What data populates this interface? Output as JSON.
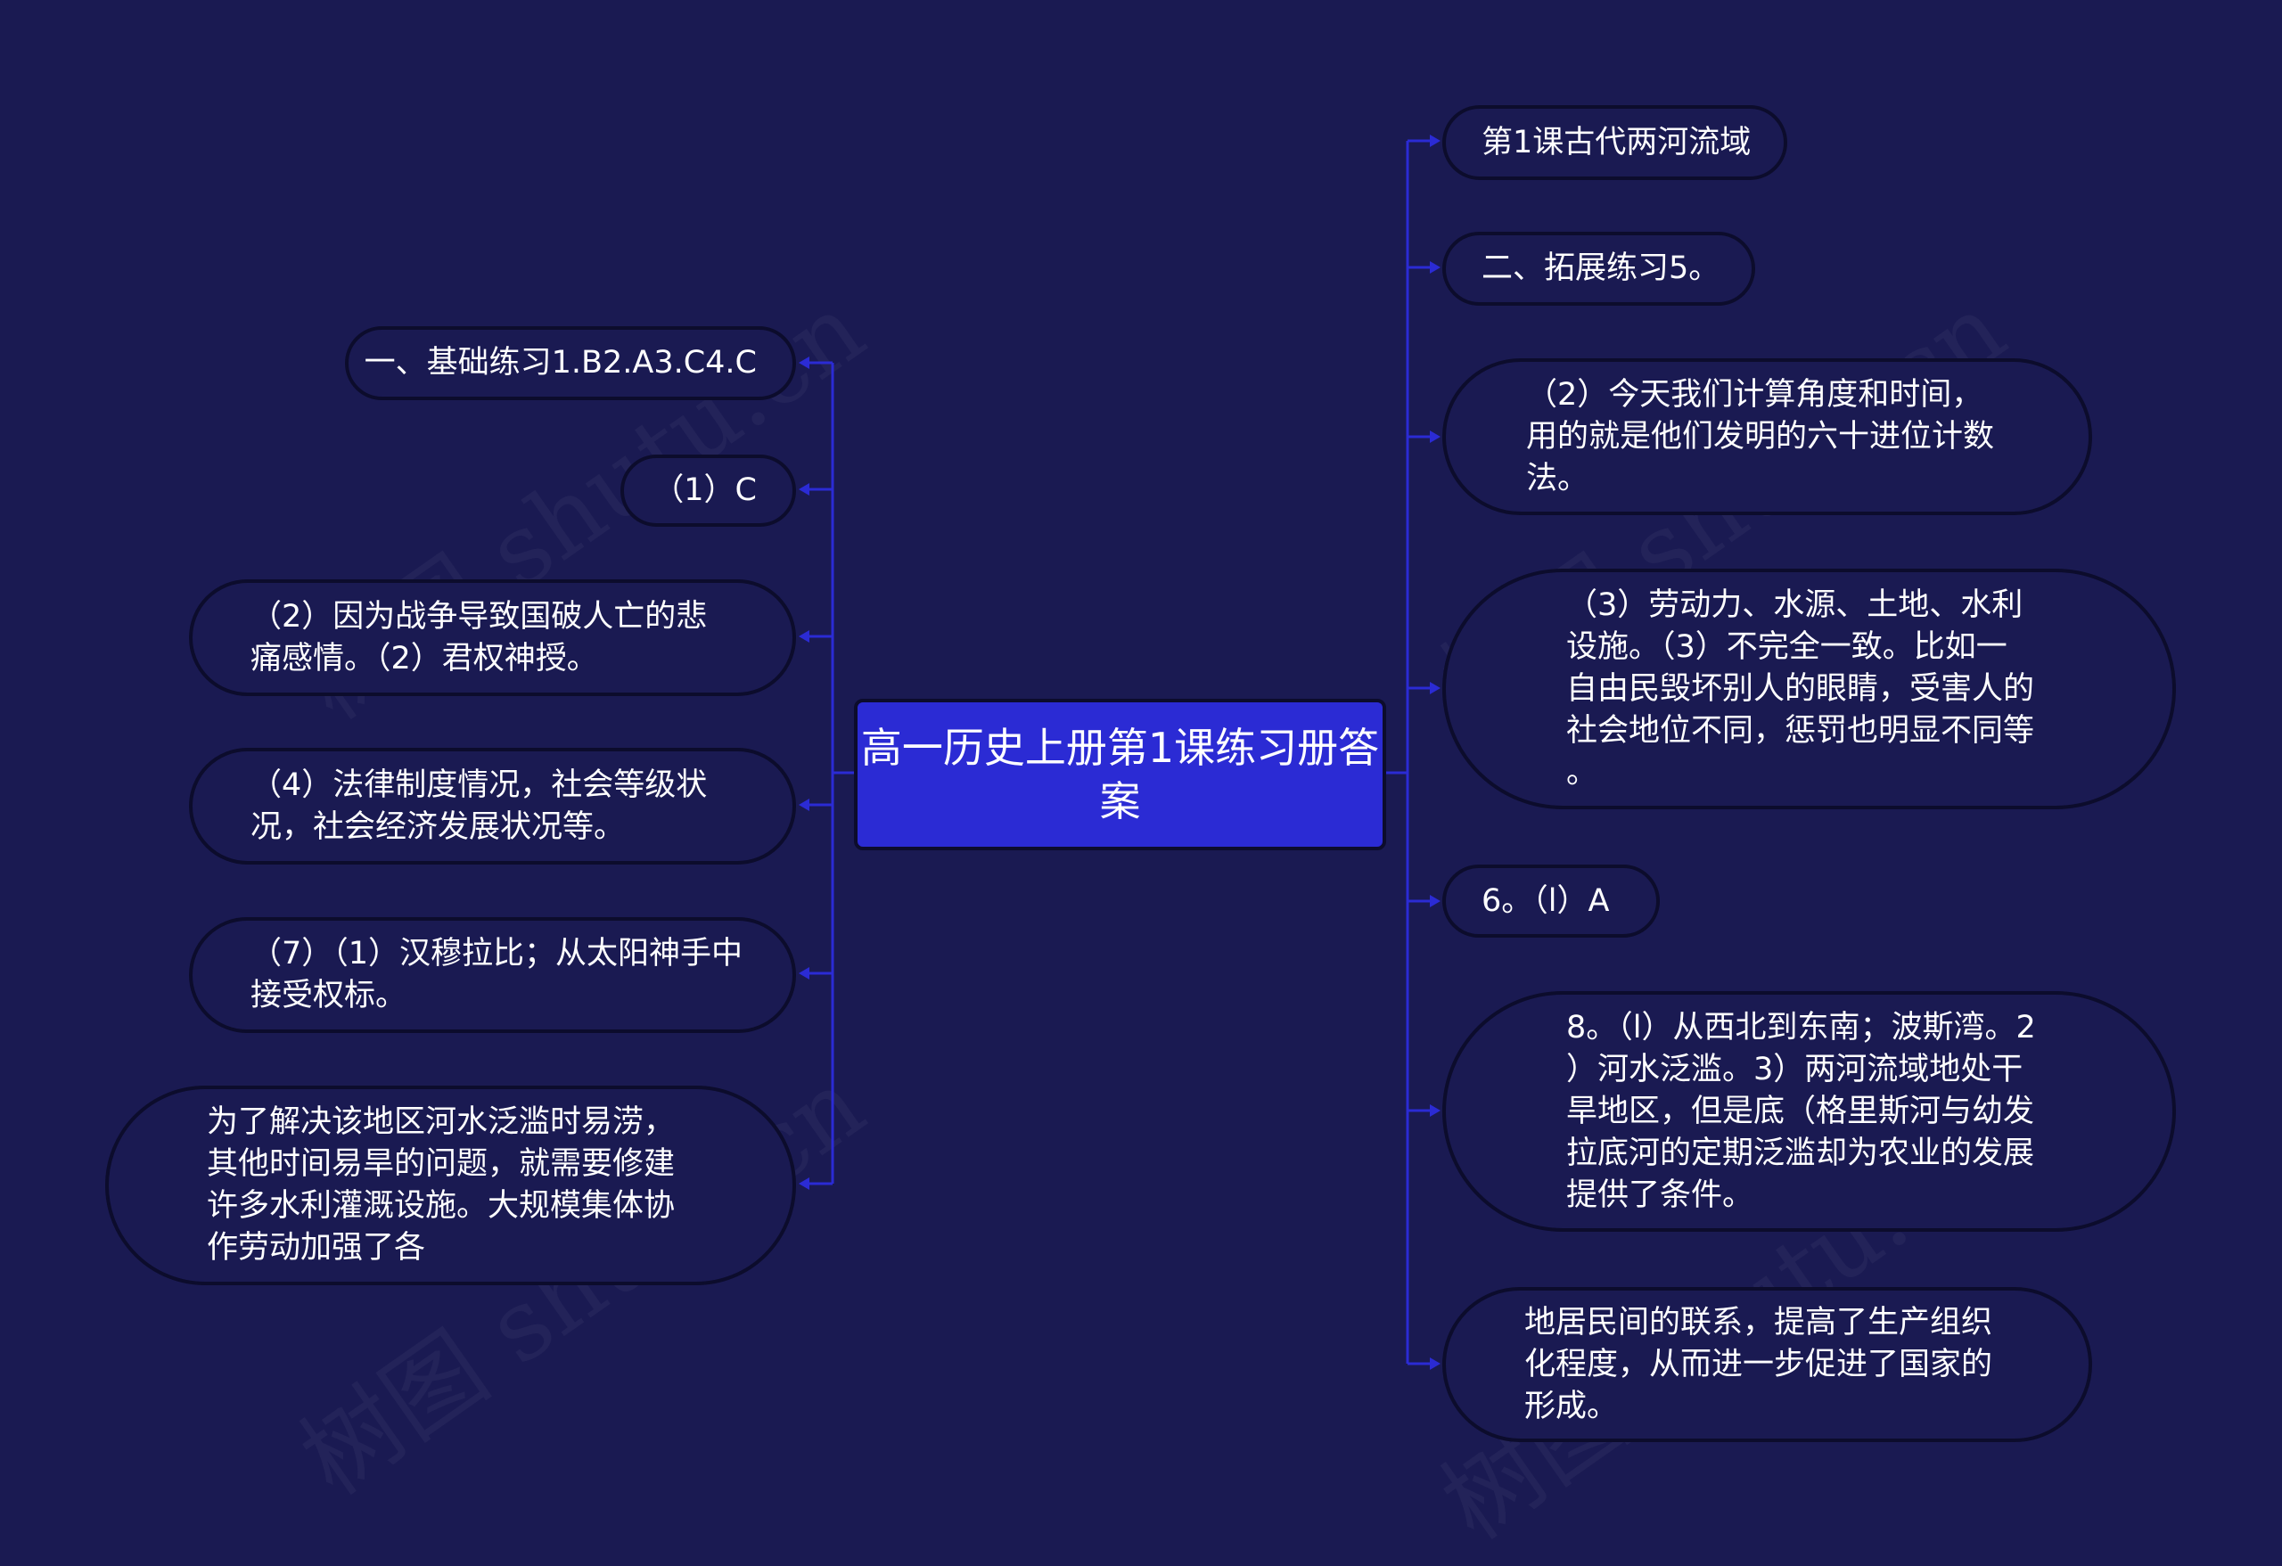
{
  "center": {
    "title": "高一历史上册第1课练习册答案"
  },
  "left_nodes": [
    {
      "text": "一、基础练习1.B2.A3.C4.C"
    },
    {
      "text": "（1）C"
    },
    {
      "text": "（2）因为战争导致国破人亡的悲\n痛感情。（2）君权神授。"
    },
    {
      "text": "（4）法律制度情况，社会等级状\n况，社会经济发展状况等。"
    },
    {
      "text": "（7）（1）汉穆拉比；从太阳神手中\n接受权标。"
    },
    {
      "text": "为了解决该地区河水泛滥时易涝，\n其他时间易旱的问题，就需要修建\n许多水利灌溉设施。大规模集体协\n作劳动加强了各"
    }
  ],
  "right_nodes": [
    {
      "text": "第1课古代两河流域"
    },
    {
      "text": "二、拓展练习5。"
    },
    {
      "text": "（2）今天我们计算角度和时间，\n用的就是他们发明的六十进位计数\n法。"
    },
    {
      "text": "（3）劳动力、水源、土地、水利\n设施。（3）不完全一致。比如一\n自由民毁坏别人的眼睛，受害人的\n社会地位不同，惩罚也明显不同等\n。"
    },
    {
      "text": "6。（l）A"
    },
    {
      "text": "8。（l）从西北到东南；波斯湾。2\n）河水泛滥。3）两河流域地处干\n旱地区，但是底（格里斯河与幼发\n拉底河的定期泛滥却为农业的发展\n提供了条件。"
    },
    {
      "text": "地居民间的联系，提高了生产组织\n化程度，从而进一步促进了国家的\n形成。"
    }
  ],
  "watermark": "树图 shutu.cn",
  "colors": {
    "background": "#1a1a52",
    "center": "#2b2bd4",
    "connector": "#2b2bd4",
    "border": "#0c0c2c"
  }
}
